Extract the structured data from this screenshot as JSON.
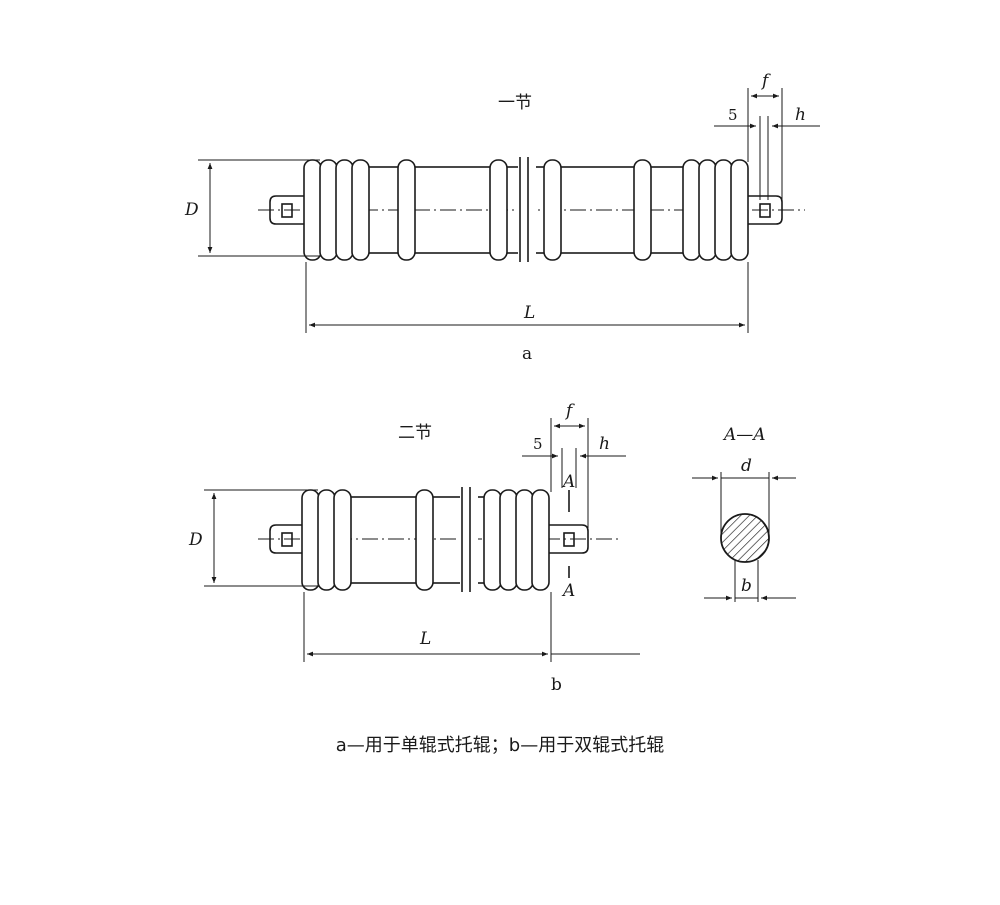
{
  "figure_a": {
    "title": "一节",
    "dim_D": "D",
    "dim_L": "L",
    "dim_f": "f",
    "dim_h": "h",
    "dim_5": "5",
    "sub_label": "a"
  },
  "figure_b": {
    "title": "二节",
    "dim_D": "D",
    "dim_L": "L",
    "dim_f": "f",
    "dim_h": "h",
    "dim_5": "5",
    "section_mark_top": "A",
    "section_mark_bottom": "A",
    "sub_label": "b"
  },
  "section_view": {
    "title": "A—A",
    "dim_d": "d",
    "dim_b": "b"
  },
  "caption": "a—用于单辊式托辊；b—用于双辊式托辊"
}
